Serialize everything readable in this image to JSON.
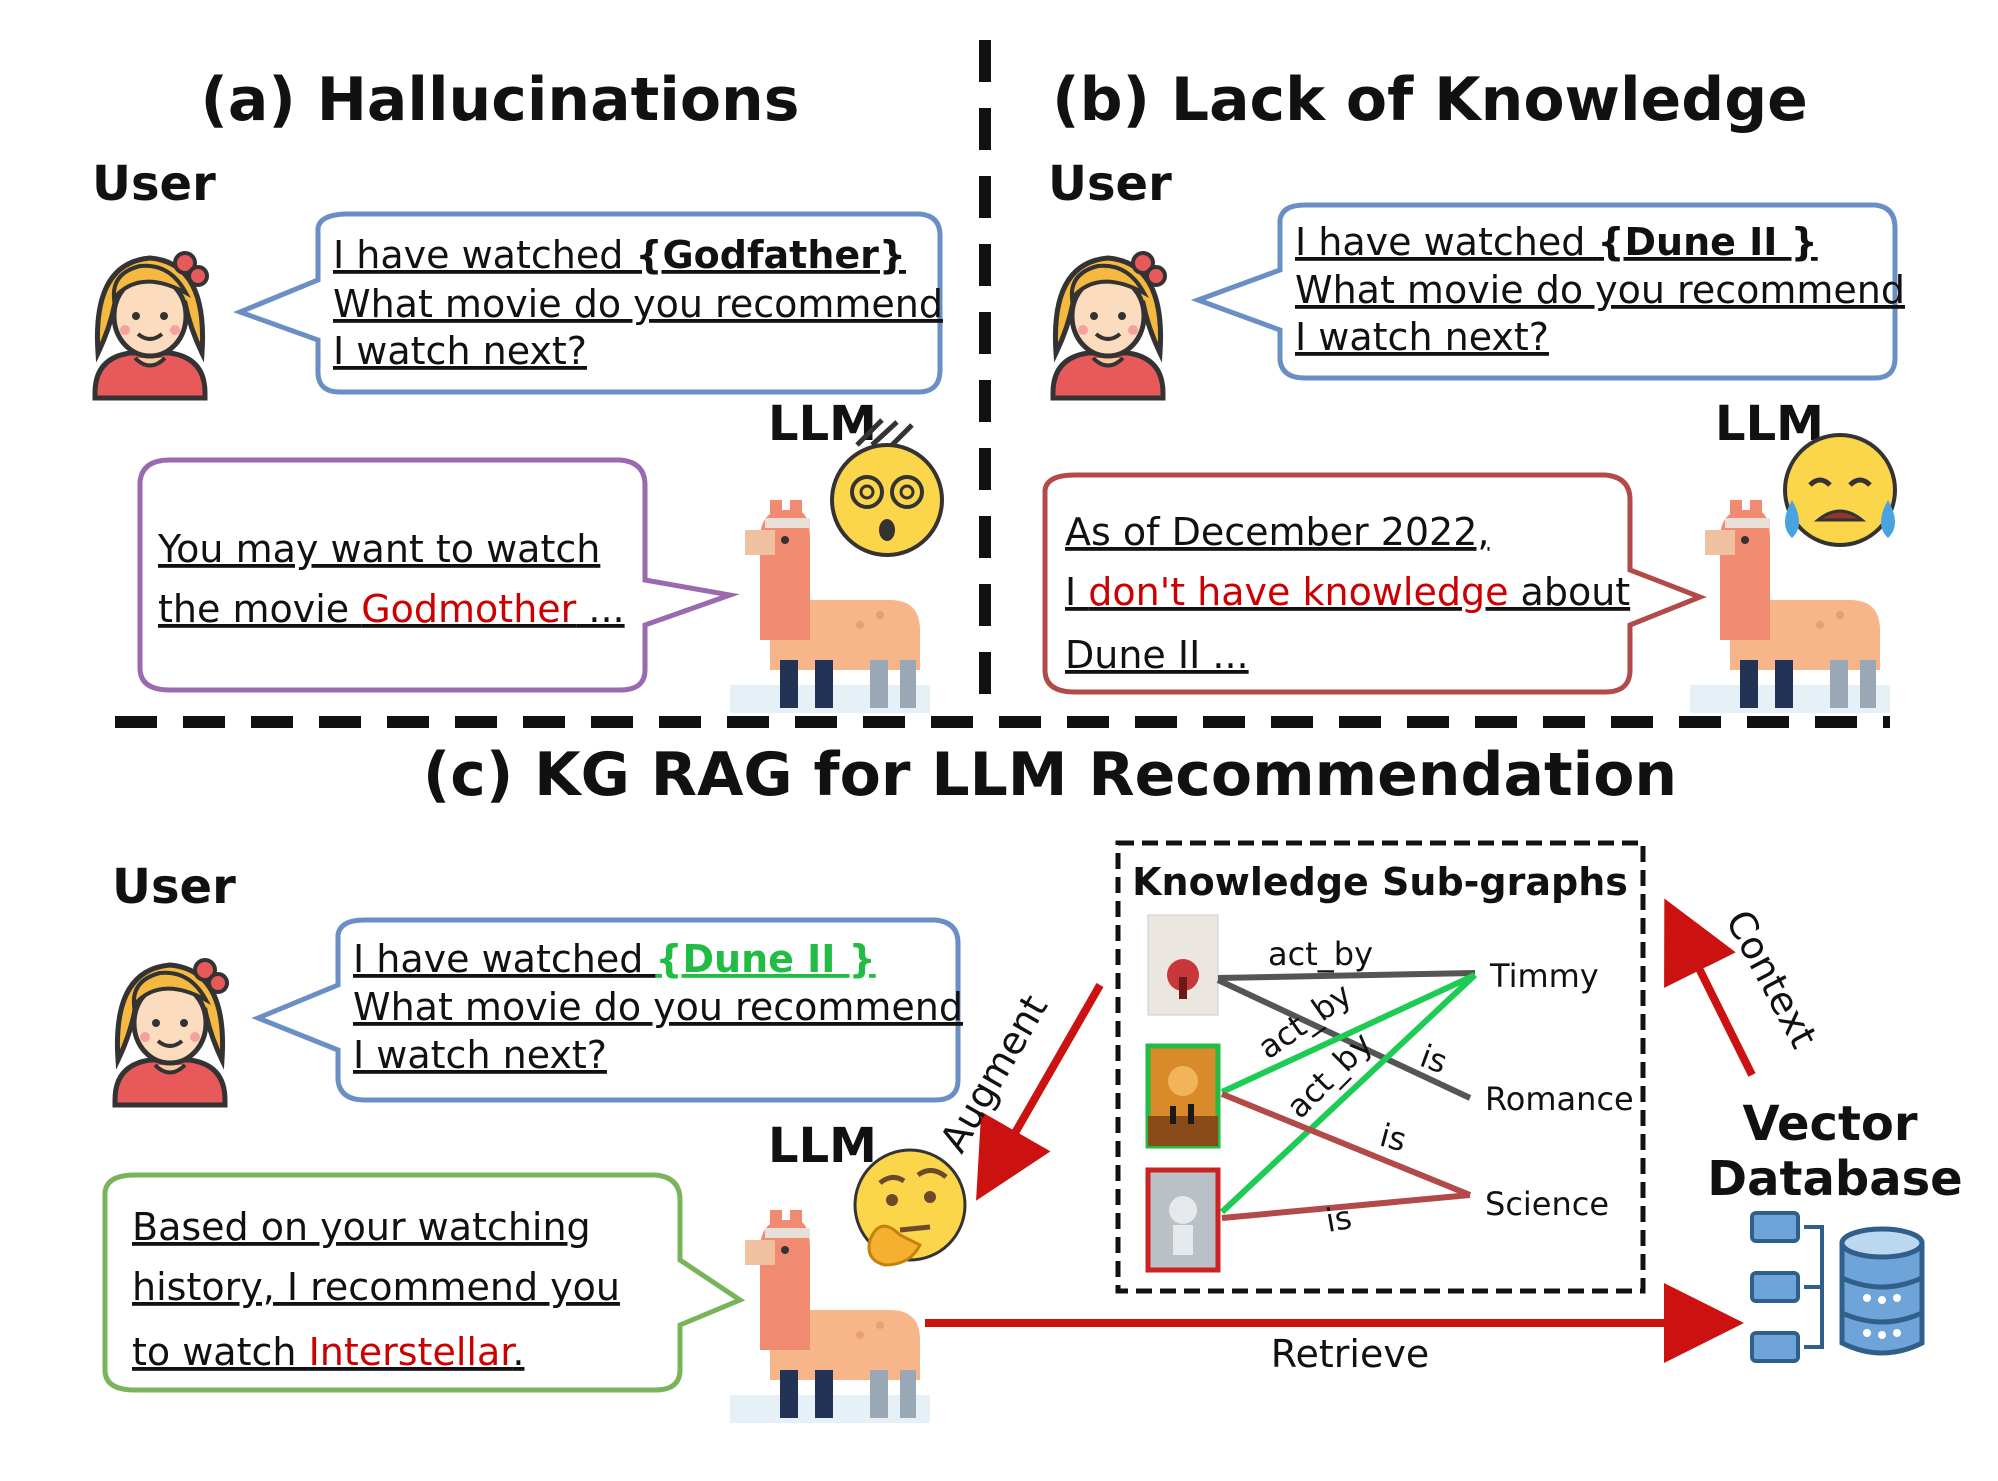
{
  "panels": {
    "a": {
      "title": "(a) Hallucinations",
      "user_label": "User",
      "llm_label": "LLM",
      "user_lines": [
        "I have watched ",
        "{Godfather}",
        "What movie do you recommend",
        "I watch next?"
      ],
      "llm_lines": [
        "You may want to watch",
        "the movie ",
        "Godmother",
        " ..."
      ]
    },
    "b": {
      "title": "(b) Lack of Knowledge",
      "user_label": "User",
      "llm_label": "LLM",
      "user_lines": [
        "I have watched ",
        "{Dune  II  }",
        "What movie do you recommend",
        "I watch next?"
      ],
      "llm_lines": [
        "As of December 2022,",
        "I ",
        "don't have knowledge",
        " about",
        "Dune II ..."
      ]
    },
    "c": {
      "title": "(c) KG RAG for LLM Recommendation",
      "user_label": "User",
      "llm_label": "LLM",
      "user_lines": [
        "I have watched ",
        "{Dune  II  }",
        "What movie do you recommend",
        "I watch next?"
      ],
      "llm_lines": [
        "Based on  your watching",
        "history, I recommend you",
        "to watch ",
        "Interstellar",
        "."
      ],
      "kg_title": "Knowledge Sub-graphs",
      "nodes": [
        "Timmy",
        "Romance",
        "Science"
      ],
      "edges": [
        "act_by",
        "act_by",
        "act_by",
        "is",
        "is",
        "is"
      ],
      "arrows": {
        "augment": "Augment",
        "context": "Context",
        "retrieve": "Retrieve"
      },
      "vector_db": [
        "Vector",
        "Database"
      ]
    }
  },
  "colors": {
    "user_bubble": "#6a8fc4",
    "llm_a_bubble": "#9a6ab0",
    "llm_b_bubble": "#b24a4a",
    "llm_c_bubble": "#7ab45a",
    "highlight_red": "#cc0000",
    "highlight_green": "#22bb44",
    "arrow_red": "#cc1111",
    "edge_gray": "#555555",
    "edge_green": "#1ecc55",
    "edge_brown": "#b24a4a",
    "db_blue": "#2f5f8a"
  },
  "icons": [
    "user-avatar-icon",
    "llama-icon",
    "dizzy-face-icon",
    "crying-face-icon",
    "thinking-face-icon",
    "movie-poster-icon",
    "server-icon",
    "database-icon"
  ]
}
